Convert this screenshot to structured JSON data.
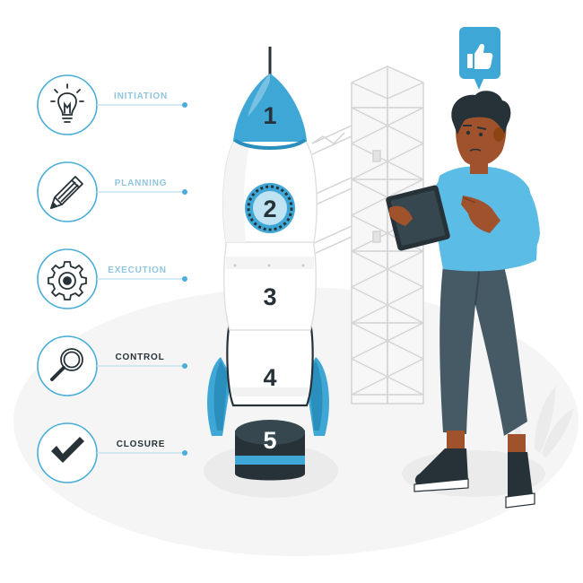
{
  "stages": [
    {
      "label": "INITIATION",
      "icon": "lightbulb-icon",
      "label_color": "#8fc6de"
    },
    {
      "label": "PLANNING",
      "icon": "pencil-icon",
      "label_color": "#8fc6de"
    },
    {
      "label": "EXECUTION",
      "icon": "gear-icon",
      "label_color": "#8fc6de"
    },
    {
      "label": "CONTROL",
      "icon": "magnifier-icon",
      "label_color": "#263238"
    },
    {
      "label": "CLOSURE",
      "icon": "checkmark-icon",
      "label_color": "#263238"
    }
  ],
  "rocket": {
    "segments": [
      "1",
      "2",
      "3",
      "4",
      "5"
    ]
  },
  "person": {
    "speech_bubble_icon": "thumbs-up-icon"
  },
  "colors": {
    "accent": "#3fa7d6",
    "accent_light": "#5bbde6",
    "dark": "#263238",
    "ring": "#4aaed8",
    "connector": "#c7e3f0",
    "ground": "#f5f5f5",
    "shadow": "#ebebeb",
    "tower": "#d9d9d9"
  }
}
